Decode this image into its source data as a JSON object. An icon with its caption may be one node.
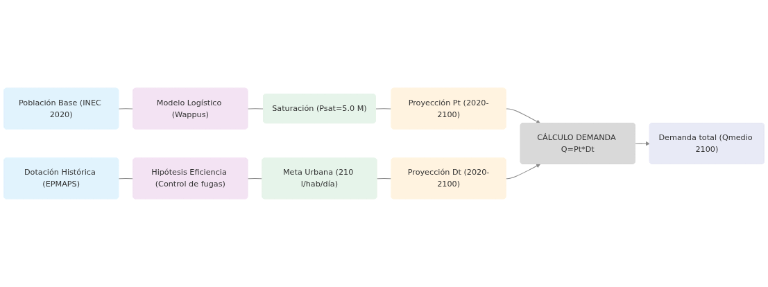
{
  "diagram": {
    "nodes": [
      {
        "text": [
          "Población Base (INEC 2020)"
        ]
      },
      {
        "text": [
          "Modelo Logístico (Wappus)"
        ]
      },
      {
        "text": [
          "Saturación (Psat=5.0 M)"
        ]
      },
      {
        "text": [
          "Proyección Pt (2020-2100)"
        ]
      },
      {
        "text": [
          "CÁLCULO DEMANDA Q=Pt*Dt"
        ]
      },
      {
        "text": [
          "Dotación Histórica (EPMAPS)"
        ]
      },
      {
        "text": [
          "Hipótesis Eficiencia (Control de fugas)"
        ]
      },
      {
        "text": [
          "Meta Urbana (210 l/hab/día)"
        ]
      },
      {
        "text": [
          "Proyección Dt (2020-2100)"
        ]
      },
      {
        "text": [
          "Demanda total (Qmedio 2100)"
        ]
      }
    ],
    "edges": [
      {
        "from": 0,
        "to": 1,
        "arrow": "none"
      },
      {
        "from": 1,
        "to": 2,
        "arrow": "none"
      },
      {
        "from": 2,
        "to": 3,
        "arrow": "none"
      },
      {
        "from": 3,
        "to": 4,
        "arrow": "to"
      },
      {
        "from": 5,
        "to": 6,
        "arrow": "none"
      },
      {
        "from": 6,
        "to": 7,
        "arrow": "none"
      },
      {
        "from": 7,
        "to": 8,
        "arrow": "none"
      },
      {
        "from": 8,
        "to": 4,
        "arrow": "to"
      },
      {
        "from": 4,
        "to": 9,
        "arrow": "to"
      }
    ]
  }
}
